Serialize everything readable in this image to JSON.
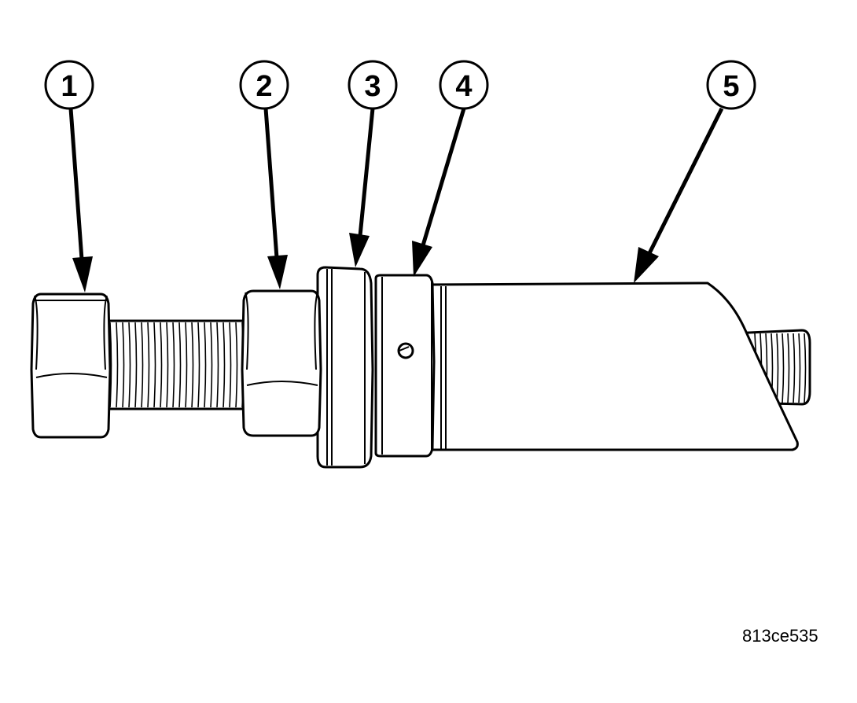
{
  "figure_id": "813ce535",
  "callouts": [
    {
      "number": "1"
    },
    {
      "number": "2"
    },
    {
      "number": "3"
    },
    {
      "number": "4"
    },
    {
      "number": "5"
    }
  ],
  "colors": {
    "ink": "#000000",
    "paper": "#ffffff"
  }
}
